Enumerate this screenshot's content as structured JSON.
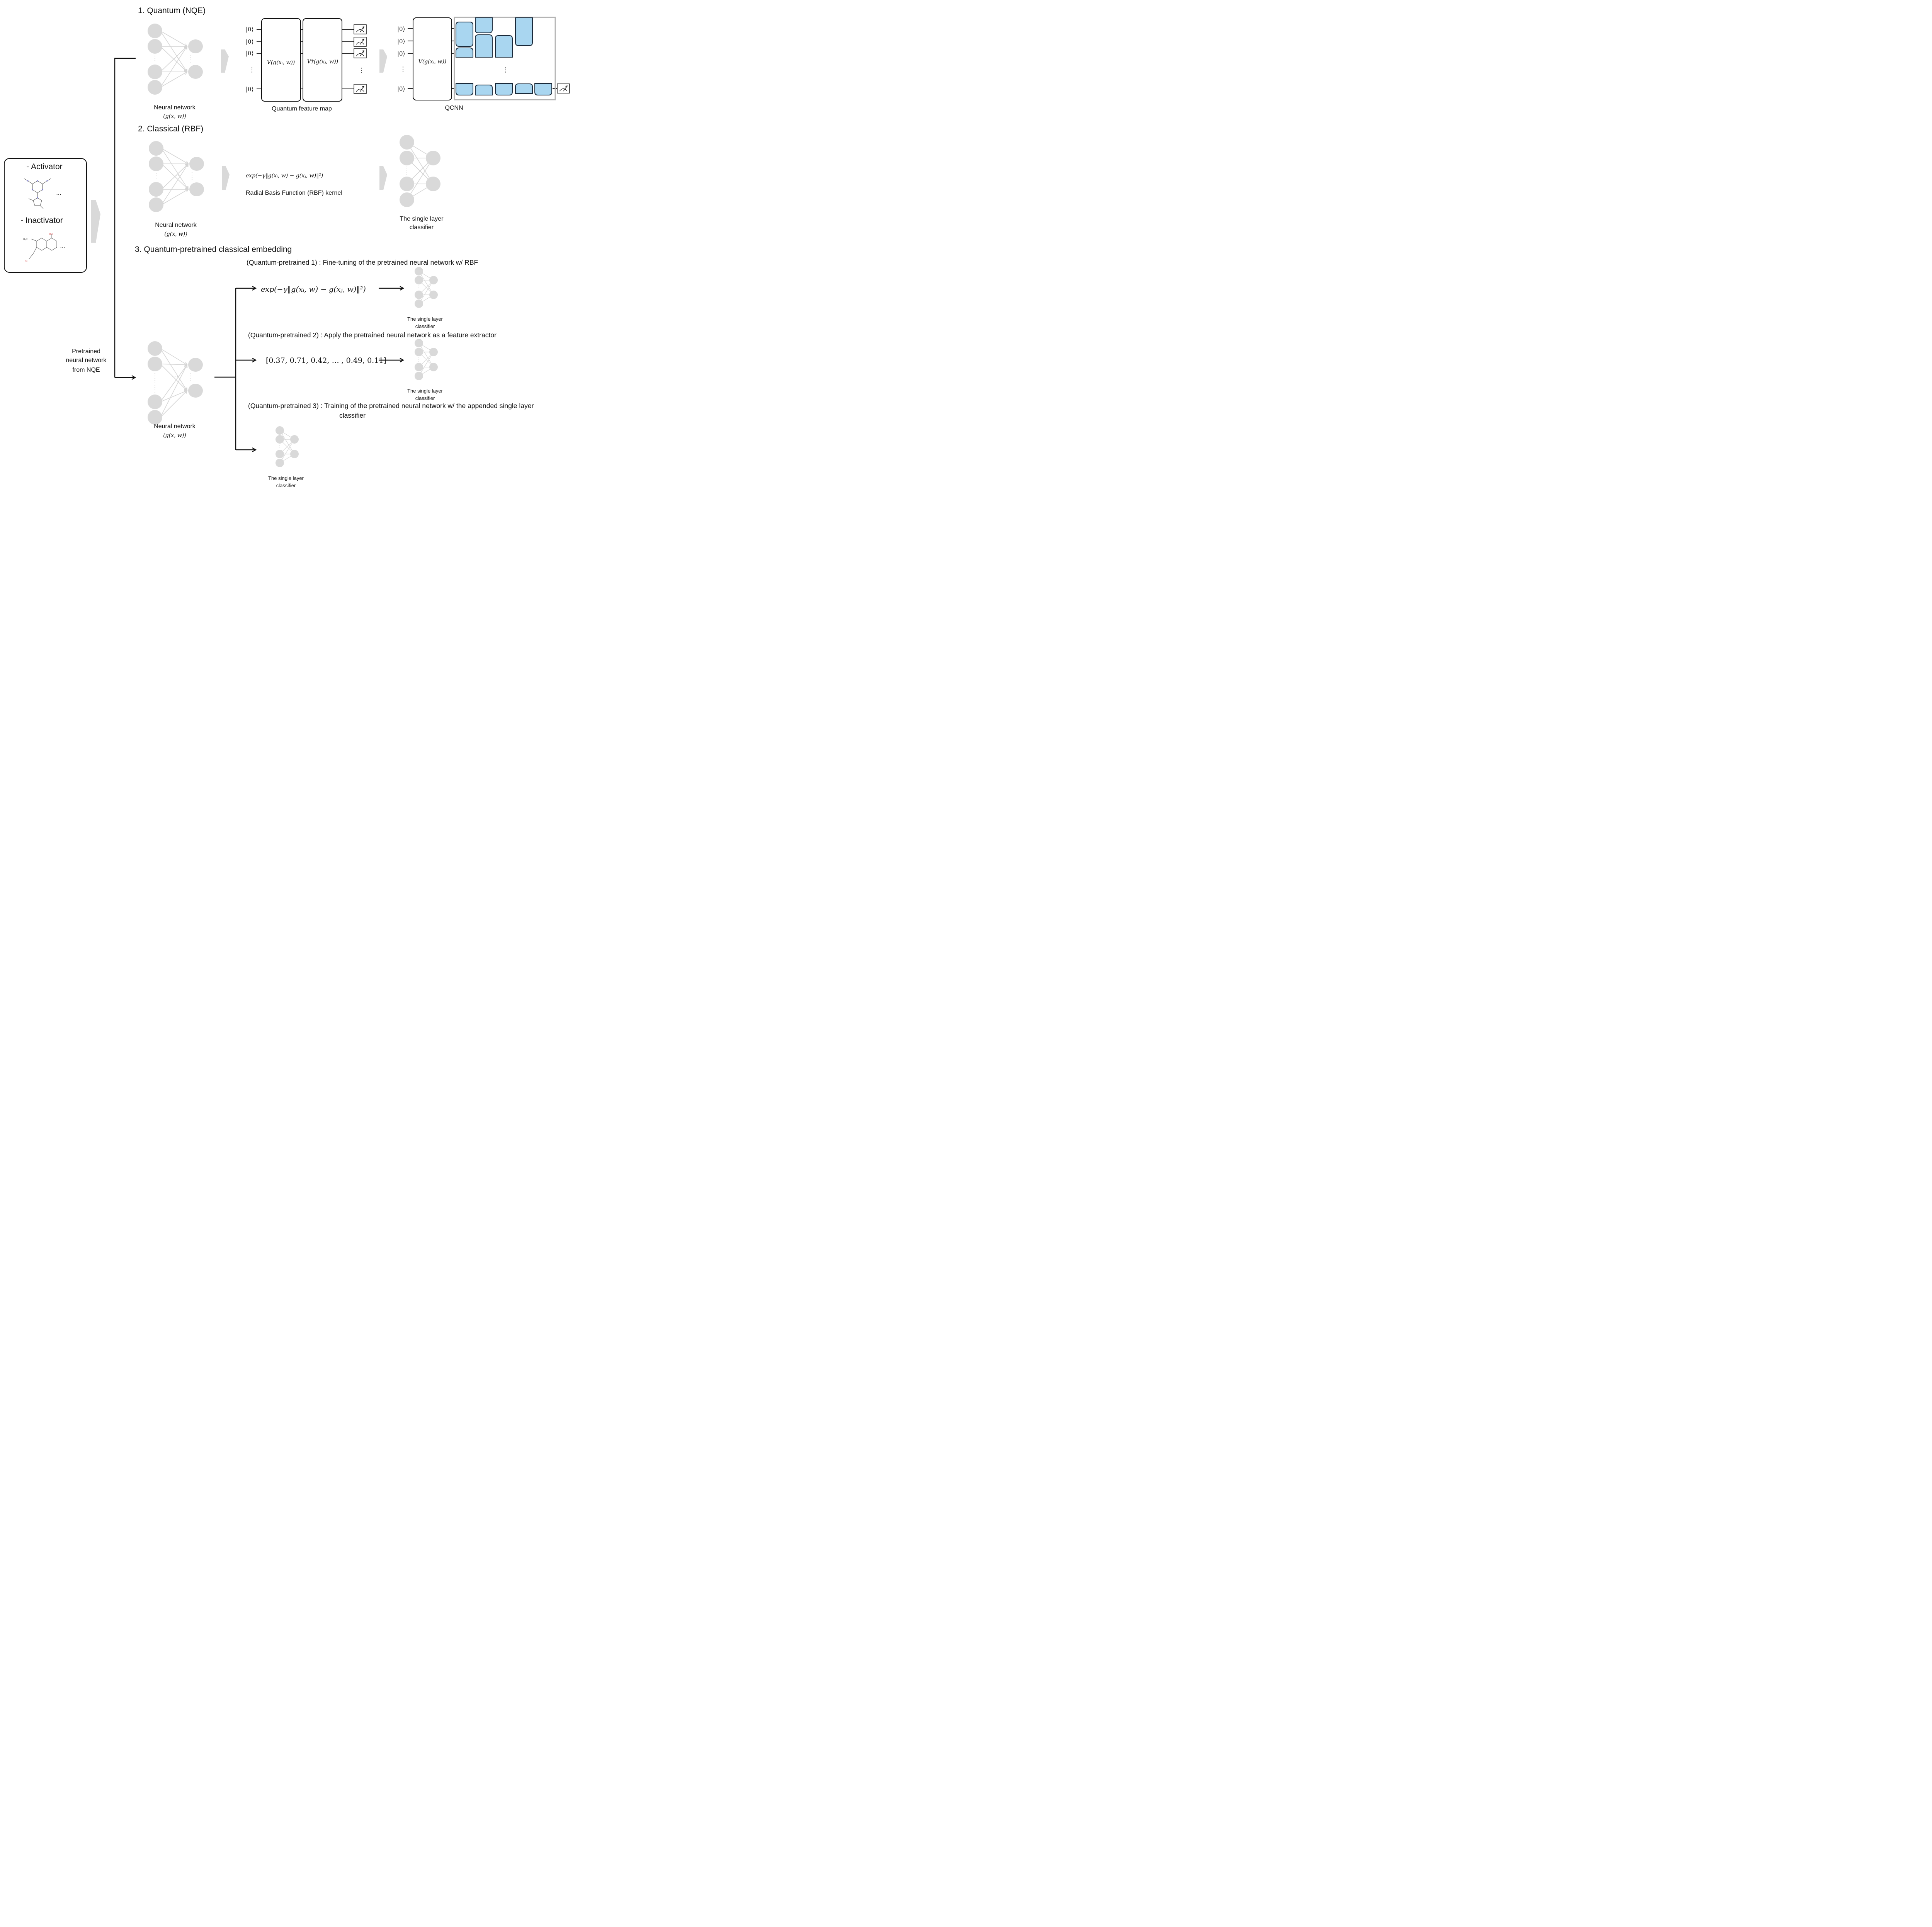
{
  "sections": {
    "s1_title": "1. Quantum (NQE)",
    "s2_title": "2. Classical (RBF)",
    "s3_title": "3. Quantum-pretrained classical embedding"
  },
  "dataset": {
    "activator_label": "- Activator",
    "inactivator_label": "- Inactivator",
    "ellipsis": "...",
    "atom_oh": "OH",
    "atom_h3c": "H₃C"
  },
  "labels": {
    "pretrained_line1": "Pretrained",
    "pretrained_line2": "neural network",
    "pretrained_line3": "from NQE",
    "nn_line1": "Neural network",
    "nn_line2": "(g(x, w))",
    "qfm": "Quantum feature map",
    "qcnn": "QCNN",
    "rbf_kernel": "Radial Basis Function (RBF) kernel",
    "slc_line1": "The single layer",
    "slc_line2": "classifier"
  },
  "circuit": {
    "ket": "|0⟩",
    "v_gate": "V(g(xᵢ, w))",
    "vdag_gate": "V†(g(xⱼ, w))",
    "vdots": "⋮"
  },
  "formulas": {
    "rbf": "exp(−γ‖g(xᵢ, w) − g(xⱼ, w)‖²)",
    "feature_vector": "[0.37, 0.71, 0.42, … , 0.49, 0.11]"
  },
  "qp": {
    "qp1": "(Quantum-pretrained 1) : Fine-tuning of the pretrained neural network w/ RBF",
    "qp2": "(Quantum-pretrained 2) : Apply the pretrained neural network as a feature extractor",
    "qp3_line1": "(Quantum-pretrained 3) : Training of the pretrained neural network  w/ the appended single layer",
    "qp3_line2": "classifier"
  },
  "colors": {
    "gate_fill": "#a9d6f0",
    "node_gray": "#d9d9d9",
    "edge_gray": "#d4d4d4",
    "arrow_gray": "#d9d9d9",
    "qcnn_frame": "#b4b4b4",
    "nitrogen": "#7a7ad8",
    "oxygen": "#d43a3a"
  }
}
